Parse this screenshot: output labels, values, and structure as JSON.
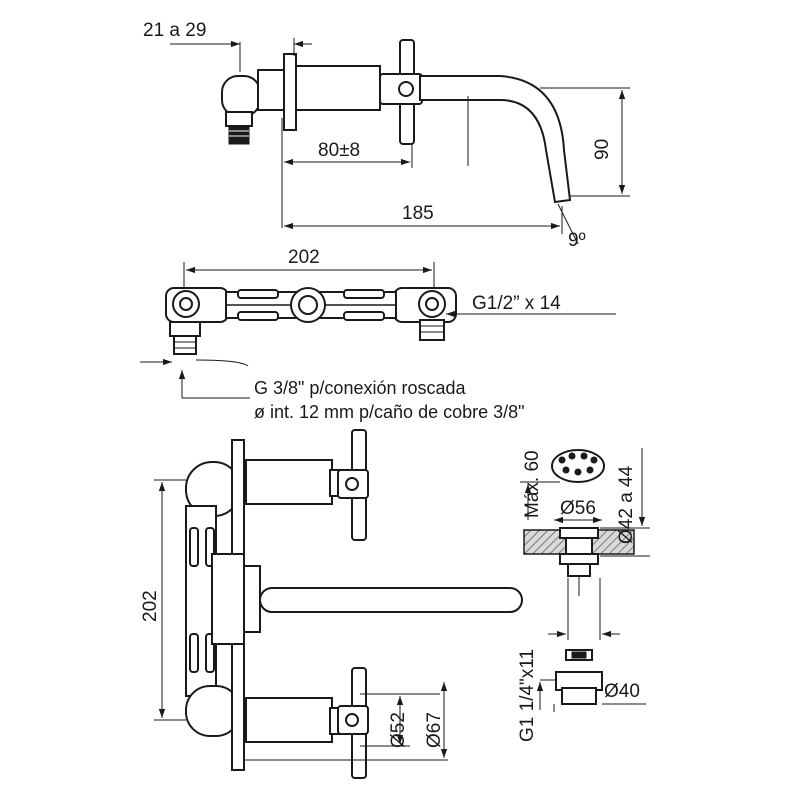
{
  "side_view": {
    "dim_wall": "21 a 29",
    "dim_depth": "80±8",
    "dim_spout_reach": "185",
    "dim_spout_height": "90",
    "dim_angle": "9º"
  },
  "top_view": {
    "dim_width": "202",
    "thread_label": "G1/2” x 14",
    "note_line1": "G 3/8\" p/conexión roscada",
    "note_line2": "ø int. 12 mm p/caño de cobre 3/8\""
  },
  "front_view": {
    "dim_height": "202",
    "dim_flange_inner": "Ø52",
    "dim_flange_outer": "Ø67"
  },
  "drain_view": {
    "dim_max_height": "Máx. 60",
    "dim_cap_diameter": "Ø56",
    "dim_basin_thickness": "Ø42 a 44",
    "dim_thread": "G1 1/4\"x11",
    "dim_nut_diameter": "Ø40"
  }
}
